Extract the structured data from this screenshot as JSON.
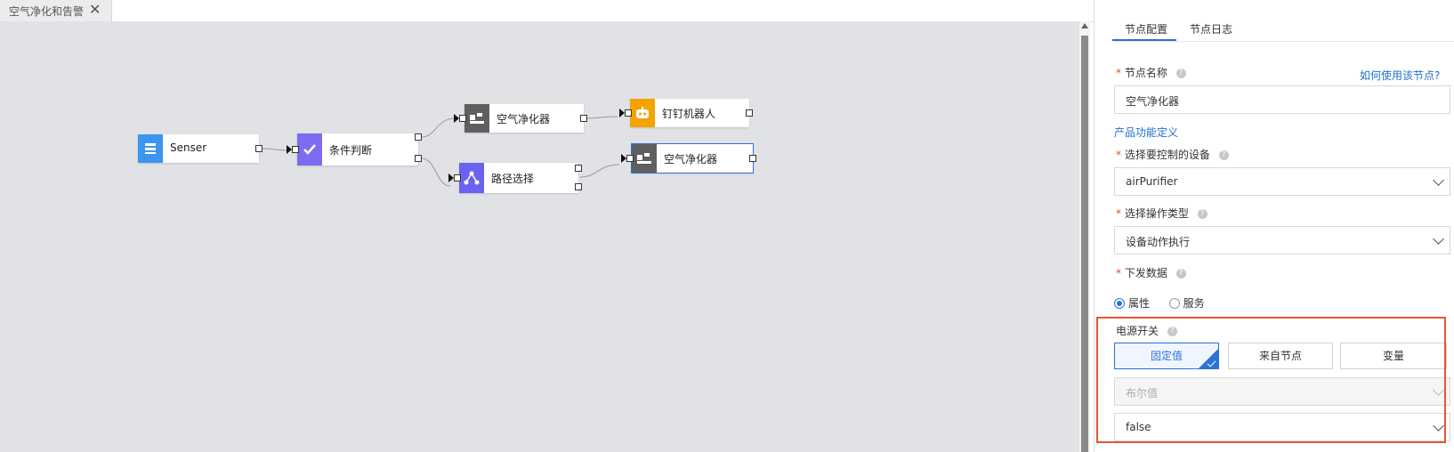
{
  "tab": {
    "label": "空气净化和告警",
    "close": "✕"
  },
  "nodes": {
    "senser": "Senser",
    "condition": "条件判断",
    "purifier1": "空气净化器",
    "dingtalk": "钉钉机器人",
    "route": "路径选择",
    "purifier2": "空气净化器"
  },
  "panel": {
    "tabs": [
      "节点配置",
      "节点日志"
    ],
    "required_mark": "*",
    "help_mark": "?",
    "node_name_label": "节点名称",
    "how_to_link": "如何使用该节点?",
    "node_name_value": "空气净化器",
    "product_def_link": "产品功能定义",
    "device_label": "选择要控制的设备",
    "device_value": "airPurifier",
    "op_type_label": "选择操作类型",
    "op_type_value": "设备动作执行",
    "send_data_label": "下发数据",
    "radio_property": "属性",
    "radio_service": "服务",
    "power_label": "电源开关",
    "seg_fixed": "固定值",
    "seg_from_node": "来自节点",
    "seg_variable": "变量",
    "bool_placeholder": "布尔值",
    "bool_value": "false"
  },
  "colors": {
    "accent": "#2a72d8",
    "highlight_border": "#e8552f",
    "senser_icon": "#3b95f0",
    "condition_icon": "#7b6cf0",
    "device_icon": "#5f5f5f",
    "dingtalk_icon": "#f5a300",
    "route_icon": "#6a63f0"
  }
}
